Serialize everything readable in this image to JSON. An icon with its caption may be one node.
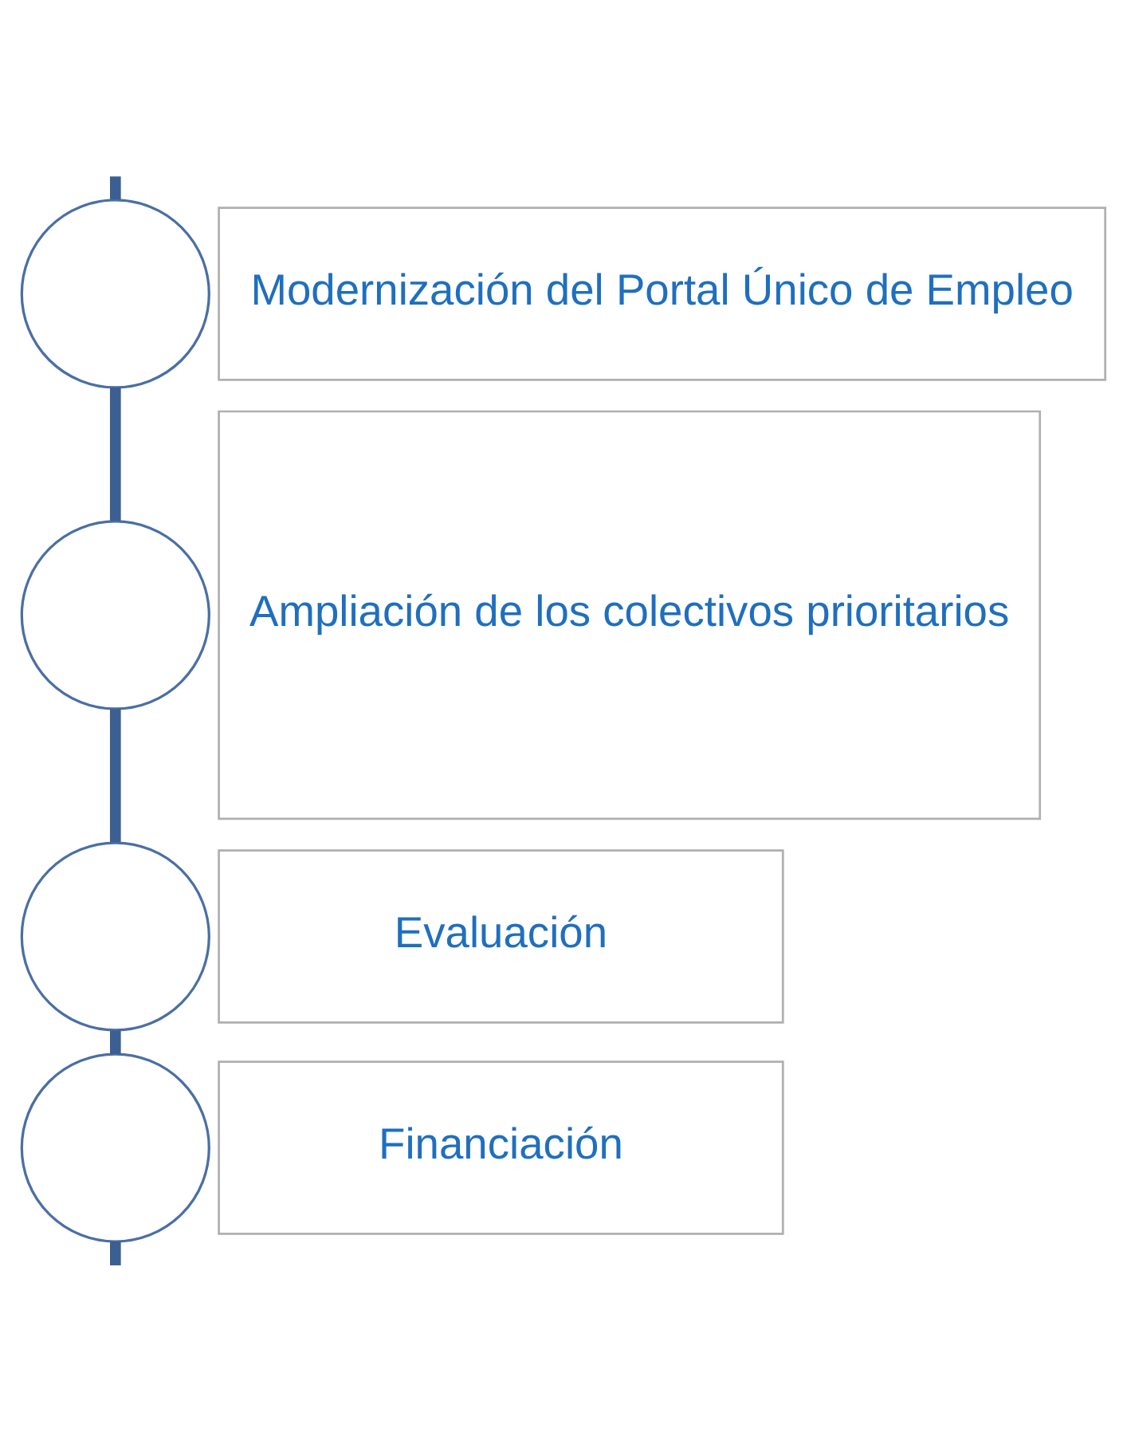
{
  "diagram": {
    "nodes": [
      {
        "text": [
          "Modernización del Portal Único de Empleo"
        ]
      },
      {
        "text": [],
        "shape": "circle"
      },
      {
        "text": [
          "Ampliación de los colectivos prioritarios"
        ]
      },
      {
        "text": [],
        "shape": "circle"
      },
      {
        "text": [],
        "shape": "circle"
      },
      {
        "text": [
          "Evaluación"
        ]
      },
      {
        "text": [],
        "shape": "circle"
      },
      {
        "text": [
          "Financiación"
        ]
      }
    ],
    "edges": [
      {
        "from": null,
        "to": 1,
        "arrow": "none"
      },
      {
        "from": 1,
        "to": 3,
        "arrow": "none"
      },
      {
        "from": 3,
        "to": 4,
        "arrow": "none"
      },
      {
        "from": 4,
        "to": 6,
        "arrow": "none"
      },
      {
        "from": 6,
        "to": null,
        "arrow": "none"
      }
    ]
  }
}
